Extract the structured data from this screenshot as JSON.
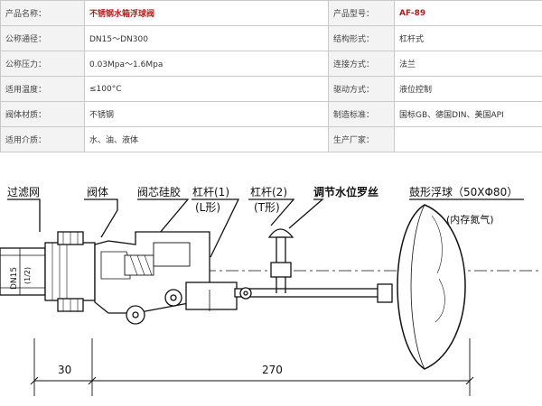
{
  "spec": {
    "rows": [
      {
        "l1": "产品名称：",
        "v1": "不锈钢水箱浮球阀",
        "l2": "产品型号：",
        "v2": "AF-89"
      },
      {
        "l1": "公称通径：",
        "v1": "DN15～DN300",
        "l2": "结构形式：",
        "v2": "杠杆式"
      },
      {
        "l1": "公称压力：",
        "v1": "0.03Mpa～1.6Mpa",
        "l2": "连接方式：",
        "v2": "法兰"
      },
      {
        "l1": "适用温度：",
        "v1": "≤100°C",
        "l2": "驱动方式：",
        "v2": "液位控制"
      },
      {
        "l1": "阀体材质：",
        "v1": "不锈钢",
        "l2": "制造标准：",
        "v2": "国标GB、德国DIN、美国API"
      },
      {
        "l1": "适用介质：",
        "v1": "水、油、液体",
        "l2": "生产厂家：",
        "v2": ""
      }
    ]
  },
  "drawing": {
    "labels": {
      "filter": "过滤网",
      "body": "阀体",
      "core": "阀芯硅胶",
      "lever1": "杠杆(1)",
      "lever1_sub": "(L形)",
      "lever2": "杠杆(2)",
      "lever2_sub": "(T形)",
      "adjust": "调节水位罗丝",
      "ball": "鼓形浮球（50XΦ80）",
      "ball_sub": "(内存氮气)",
      "dn": "DN15",
      "dn_sub": "(1/2)"
    },
    "dims": {
      "left": "30",
      "right": "270"
    }
  }
}
